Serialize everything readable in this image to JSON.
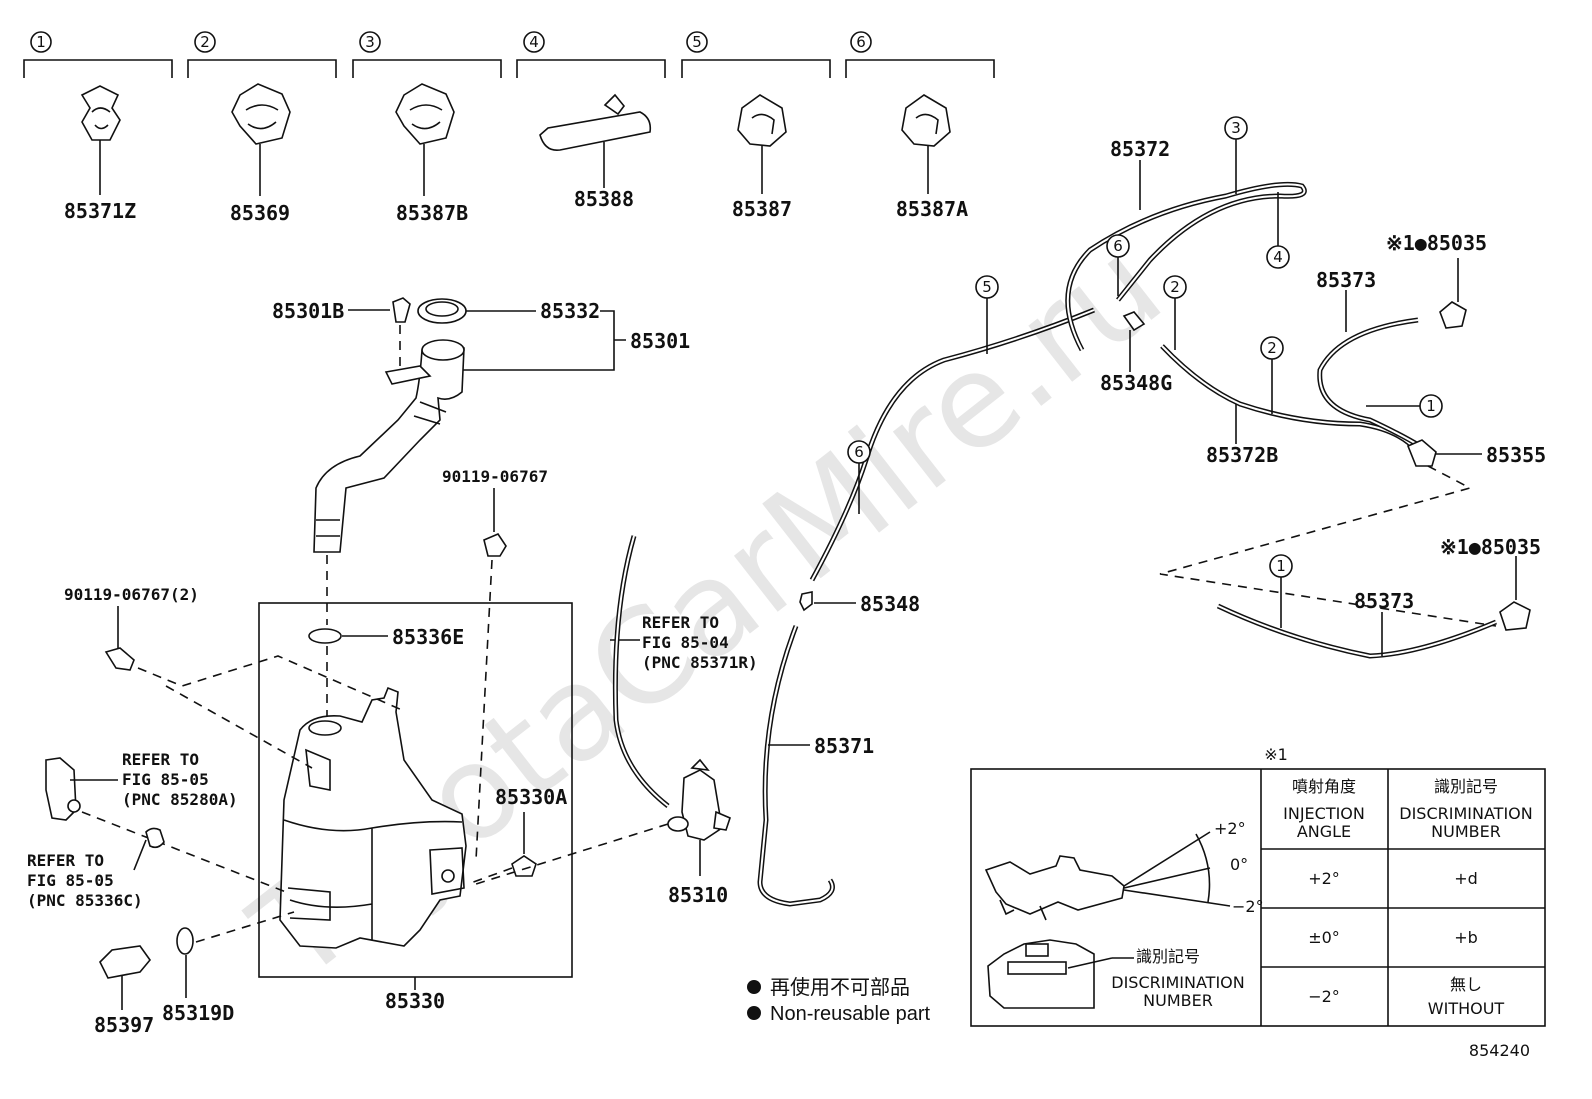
{
  "watermark": "ToyotaCarMire.ru",
  "figure_number": "854240",
  "clip_index": [
    {
      "num": "1",
      "part": "85371Z"
    },
    {
      "num": "2",
      "part": "85369"
    },
    {
      "num": "3",
      "part": "85387B"
    },
    {
      "num": "4",
      "part": "85388"
    },
    {
      "num": "5",
      "part": "85387"
    },
    {
      "num": "6",
      "part": "85387A"
    }
  ],
  "hose_clip_markers": [
    "3",
    "4",
    "6",
    "5",
    "2",
    "2",
    "6",
    "1",
    "1"
  ],
  "part_labels": {
    "p85372": "85372",
    "p85035_top": "※1●85035",
    "p85373_top": "85373",
    "p85348G": "85348G",
    "p85372B": "85372B",
    "p85355": "85355",
    "p85035_bottom": "※1●85035",
    "p85373_bottom": "85373",
    "p85301B": "85301B",
    "p85332": "85332",
    "p85301": "85301",
    "p90119_a": "90119-06767",
    "p90119_b": "90119-06767(2)",
    "p85336E": "85336E",
    "p85330A": "85330A",
    "p85330": "85330",
    "p85310": "85310",
    "p85348": "85348",
    "p85371": "85371",
    "p85397": "85397",
    "p85319D": "85319D"
  },
  "refer_notes": {
    "fig_85_04": [
      "REFER TO",
      "FIG 85-04",
      "(PNC 85371R)"
    ],
    "fig_85_05_a": [
      "REFER TO",
      "FIG 85-05",
      "(PNC 85280A)"
    ],
    "fig_85_05_b": [
      "REFER TO",
      "FIG 85-05",
      "(PNC 85336C)"
    ]
  },
  "legend": {
    "japanese": "再使用不可部品",
    "english": "Non-reusable part"
  },
  "nozzle_table": {
    "note_mark": "※1",
    "col_injection_jp": "噴射角度",
    "col_injection_en": [
      "INJECTION",
      "ANGLE"
    ],
    "col_discrimination_jp": "識別記号",
    "col_discrimination_en": [
      "DISCRIMINATION",
      "NUMBER"
    ],
    "rows": [
      {
        "angle": "+2°",
        "mark": "+d"
      },
      {
        "angle": "±0°",
        "mark": "+b"
      },
      {
        "angle": "−2°",
        "mark_jp": "無し",
        "mark_en": "WITHOUT"
      }
    ],
    "angle_labels": [
      "+2°",
      "0°",
      "−2°"
    ],
    "disc_label_jp": "識別記号",
    "disc_label_en": [
      "DISCRIMINATION",
      "NUMBER"
    ]
  }
}
